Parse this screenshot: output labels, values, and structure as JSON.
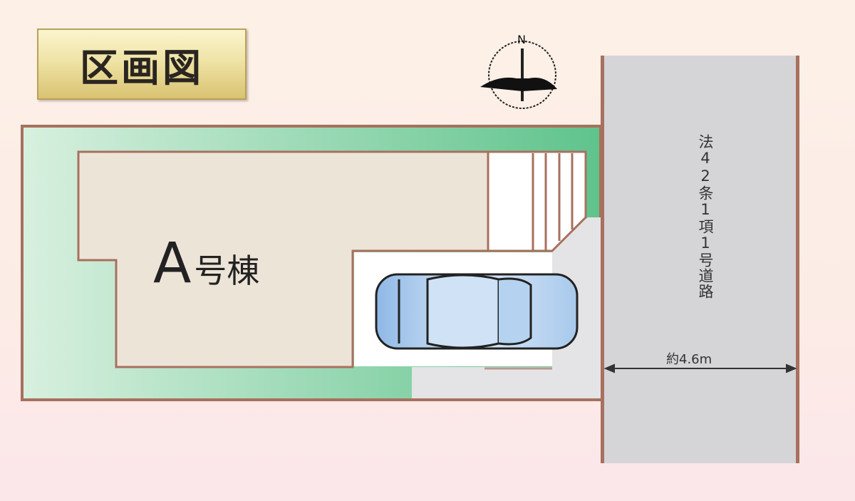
{
  "title": "区画図",
  "building": {
    "letter": "A",
    "suffix": "号棟"
  },
  "road": {
    "label": "法42条1項1号道路",
    "width_label": "約4.6m"
  },
  "compass": {
    "north_label": "N"
  },
  "colors": {
    "lot_border": "#a8705e",
    "garden": "#5fc38c",
    "building": "#ede4d8",
    "road": "#d5d5d8",
    "driveway": "#e4e4e6"
  }
}
